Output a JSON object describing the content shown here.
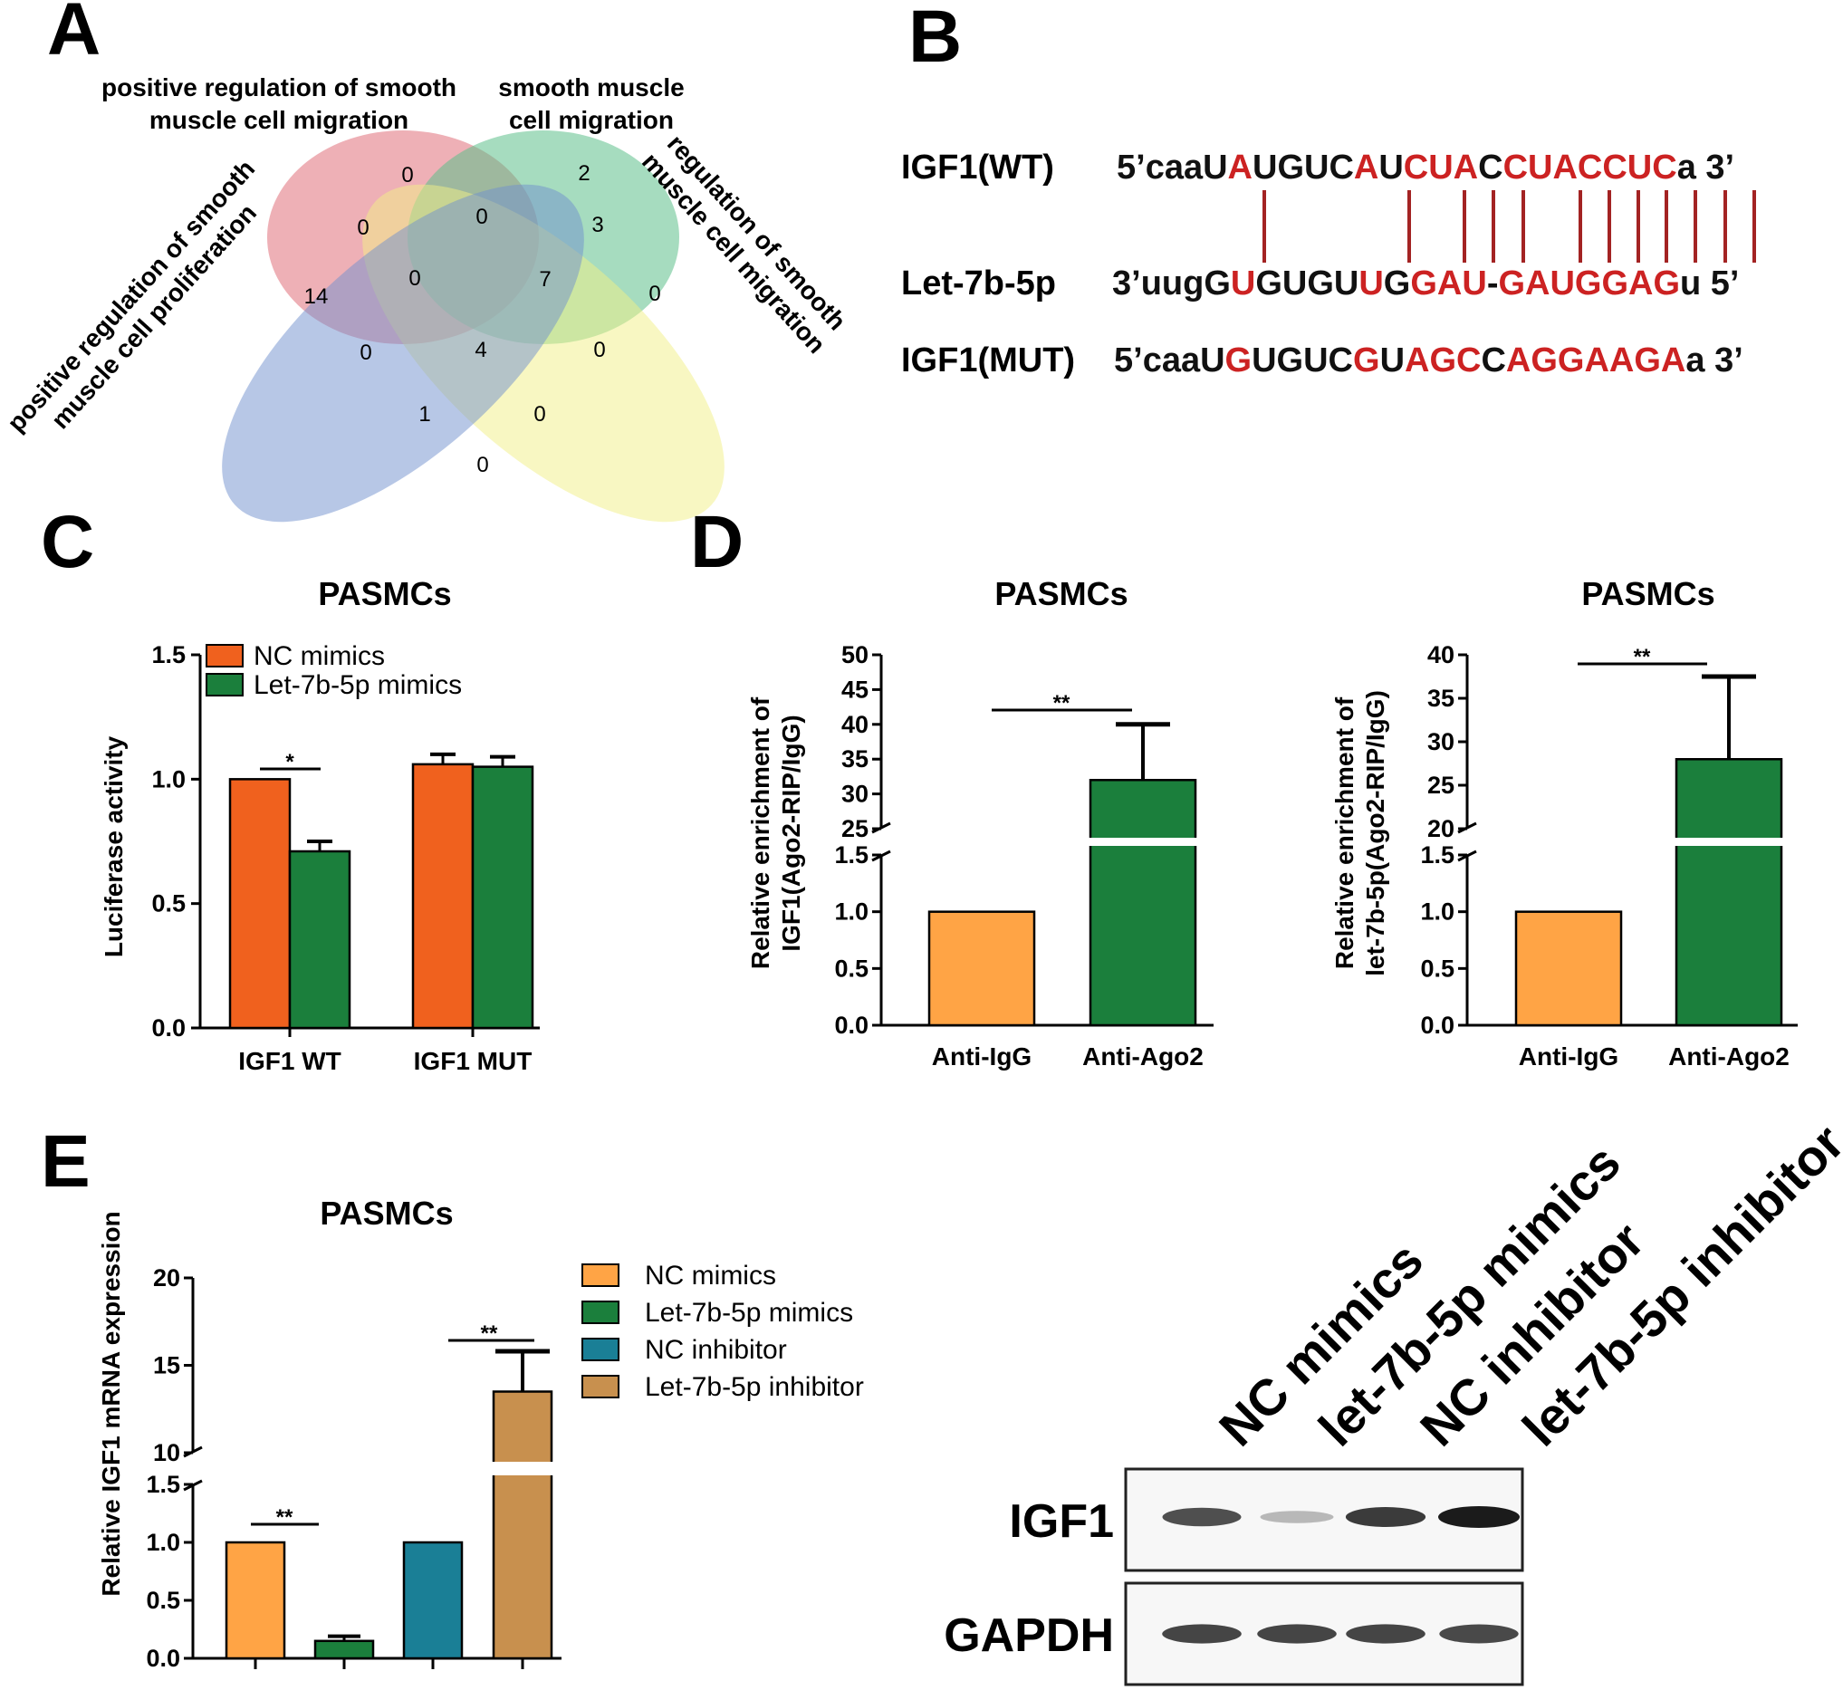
{
  "panels": {
    "A": "A",
    "B": "B",
    "C": "C",
    "D": "D",
    "E": "E"
  },
  "colors": {
    "orange_red": "#f0611e",
    "green": "#1b7f3c",
    "light_orange": "#ffa445",
    "teal": "#1a7f96",
    "tan": "#c8904e",
    "red": "#cc2222",
    "pair_line": "#a32323"
  },
  "venn": {
    "sets": [
      {
        "name_lines": [
          "positive regulation of smooth",
          "muscle cell migration"
        ],
        "color": "#e0707a"
      },
      {
        "name_lines": [
          "smooth muscle",
          "cell migration"
        ],
        "color": "#5cc08a"
      },
      {
        "name_lines": [
          "regulation of smooth",
          "muscle cell migration"
        ],
        "color": "#f1ef86"
      },
      {
        "name_lines": [
          "positive regulation of smooth",
          "muscle cell proliferation"
        ],
        "color": "#6f8fce"
      }
    ],
    "counts": [
      "0",
      "2",
      "0",
      "3",
      "0",
      "7",
      "0",
      "14",
      "0",
      "0",
      "4",
      "0",
      "1",
      "0",
      "0"
    ]
  },
  "sequences": {
    "rows": [
      {
        "label": "IGF1(WT)",
        "segments": [
          [
            "5’caaU",
            "k"
          ],
          [
            "A",
            "r"
          ],
          [
            "UGUC",
            "k"
          ],
          [
            "A",
            "r"
          ],
          [
            "U",
            "k"
          ],
          [
            "CUA",
            "r"
          ],
          [
            "C",
            "k"
          ],
          [
            "CUACCUC",
            "r"
          ],
          [
            "a 3’",
            "k"
          ]
        ]
      },
      {
        "label": "Let-7b-5p",
        "segments": [
          [
            "3’uugG",
            "k"
          ],
          [
            "U",
            "r"
          ],
          [
            "GUGU",
            "k"
          ],
          [
            "U",
            "r"
          ],
          [
            "G",
            "k"
          ],
          [
            "GAU",
            "r"
          ],
          [
            "-",
            "k"
          ],
          [
            "GAUGGAG",
            "r"
          ],
          [
            "u 5’",
            "k"
          ]
        ]
      },
      {
        "label": "IGF1(MUT)",
        "segments": [
          [
            "5’caaU",
            "k"
          ],
          [
            "G",
            "r"
          ],
          [
            "UGUC",
            "k"
          ],
          [
            "G",
            "r"
          ],
          [
            "U",
            "k"
          ],
          [
            "AGC",
            "r"
          ],
          [
            "C",
            "k"
          ],
          [
            "AGGAAGA",
            "r"
          ],
          [
            "a 3’",
            "k"
          ]
        ]
      }
    ]
  },
  "chart_data": [
    {
      "id": "C",
      "type": "bar",
      "title": "PASMCs",
      "ylabel": "Luciferase activity",
      "ylim": [
        0,
        1.5
      ],
      "yticks": [
        "0.0",
        "0.5",
        "1.0",
        "1.5"
      ],
      "categories": [
        "IGF1 WT",
        "IGF1 MUT"
      ],
      "series": [
        {
          "name": "NC mimics",
          "values": [
            1.0,
            1.06
          ],
          "errors": [
            0,
            0.04
          ],
          "color": "#f0611e"
        },
        {
          "name": "Let-7b-5p mimics",
          "values": [
            0.71,
            1.05
          ],
          "errors": [
            0.04,
            0.04
          ],
          "color": "#1b7f3c"
        }
      ],
      "significance": [
        {
          "category": "IGF1 WT",
          "label": "*"
        }
      ]
    },
    {
      "id": "D1",
      "type": "bar",
      "title": "PASMCs",
      "ylabel": [
        "Relative enrichment of",
        "IGF1(Ago2-RIP/IgG)"
      ],
      "axis_break": true,
      "ylim_lower": [
        0,
        1.5
      ],
      "ylim_upper": [
        25,
        50
      ],
      "yticks_lower": [
        "0.0",
        "0.5",
        "1.0",
        "1.5"
      ],
      "yticks_upper": [
        "25",
        "30",
        "35",
        "40",
        "45",
        "50"
      ],
      "categories": [
        "Anti-IgG",
        "Anti-Ago2"
      ],
      "values": [
        1.0,
        32.0
      ],
      "errors": [
        0,
        8.0
      ],
      "colors": [
        "#ffa445",
        "#1b7f3c"
      ],
      "significance": [
        {
          "label": "**"
        }
      ]
    },
    {
      "id": "D2",
      "type": "bar",
      "title": "PASMCs",
      "ylabel": [
        "Relative enrichment of",
        "let-7b-5p(Ago2-RIP/IgG)"
      ],
      "axis_break": true,
      "ylim_lower": [
        0,
        1.5
      ],
      "ylim_upper": [
        20,
        40
      ],
      "yticks_lower": [
        "0.0",
        "0.5",
        "1.0",
        "1.5"
      ],
      "yticks_upper": [
        "20",
        "25",
        "30",
        "35",
        "40"
      ],
      "categories": [
        "Anti-IgG",
        "Anti-Ago2"
      ],
      "values": [
        1.0,
        28.0
      ],
      "errors": [
        0,
        9.5
      ],
      "colors": [
        "#ffa445",
        "#1b7f3c"
      ],
      "significance": [
        {
          "label": "**"
        }
      ]
    },
    {
      "id": "E",
      "type": "bar",
      "title": "PASMCs",
      "ylabel": "Relative IGF1 mRNA  expression",
      "axis_break": true,
      "ylim_lower": [
        0,
        1.5
      ],
      "ylim_upper": [
        10,
        20
      ],
      "yticks_lower": [
        "0.0",
        "0.5",
        "1.0",
        "1.5"
      ],
      "yticks_upper": [
        "10",
        "15",
        "20"
      ],
      "categories": [
        "NC mimics",
        "Let-7b-5p mimics",
        "NC inhibitor",
        "Let-7b-5p inhibitor"
      ],
      "values": [
        1.0,
        0.15,
        1.0,
        13.5
      ],
      "errors": [
        0,
        0.04,
        0,
        2.3
      ],
      "colors": [
        "#ffa445",
        "#1b7f3c",
        "#1a7f96",
        "#c8904e"
      ],
      "legend": [
        "NC mimics",
        "Let-7b-5p mimics",
        "NC inhibitor",
        "Let-7b-5p inhibitor"
      ],
      "significance": [
        {
          "label": "**"
        },
        {
          "label": "**"
        }
      ]
    }
  ],
  "western_blot": {
    "lanes": [
      "NC mimics",
      "let-7b-5p mimics",
      "NC inhibitor",
      "let-7b-5p inhibitor"
    ],
    "proteins": [
      {
        "name": "IGF1",
        "intensities": [
          0.75,
          0.25,
          0.85,
          1.0
        ]
      },
      {
        "name": "GAPDH",
        "intensities": [
          0.8,
          0.8,
          0.8,
          0.78
        ]
      }
    ]
  }
}
